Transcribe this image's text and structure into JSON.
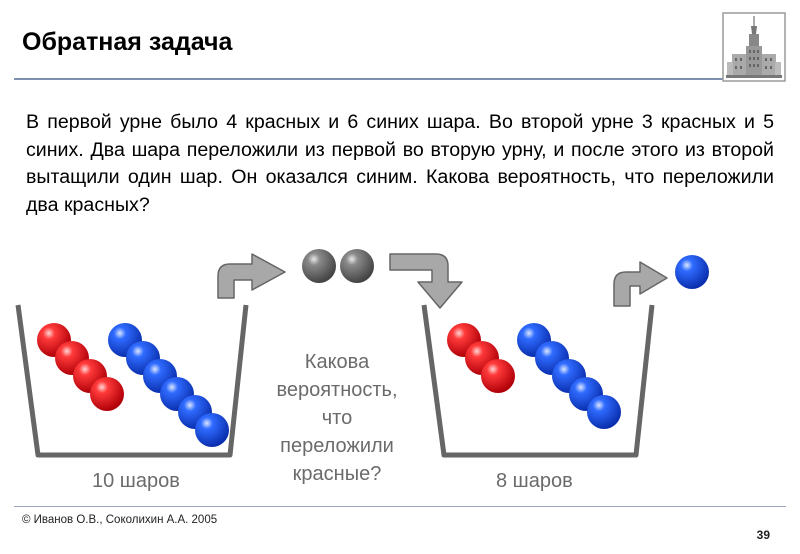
{
  "slide": {
    "title": "Обратная задача",
    "problem": "В первой урне было 4 красных и 6 синих шара. Во второй урне 3 красных и 5 синих. Два шара переложили из первой во вторую урну, и после этого из второй вытащили один шар. Он оказался синим. Какова вероятность, что переложили два красных?",
    "question_lines": [
      "Какова",
      "вероятность,",
      "что",
      "переложили",
      "красные?"
    ],
    "urn1_count": "10 шаров",
    "urn2_count": "8 шаров",
    "footer": "© Иванов О.В., Соколихин А.А. 2005",
    "page_number": "39"
  },
  "colors": {
    "red_ball": "#e8141c",
    "blue_ball": "#1650e8",
    "gray_ball": "#7a7a7a",
    "urn_stroke": "#666666",
    "arrow_fill": "#a8a8a8",
    "rule": "#7f8fb0"
  },
  "icons": {
    "logo": "university-building-icon",
    "arrows": "curved-arrow-icon"
  }
}
